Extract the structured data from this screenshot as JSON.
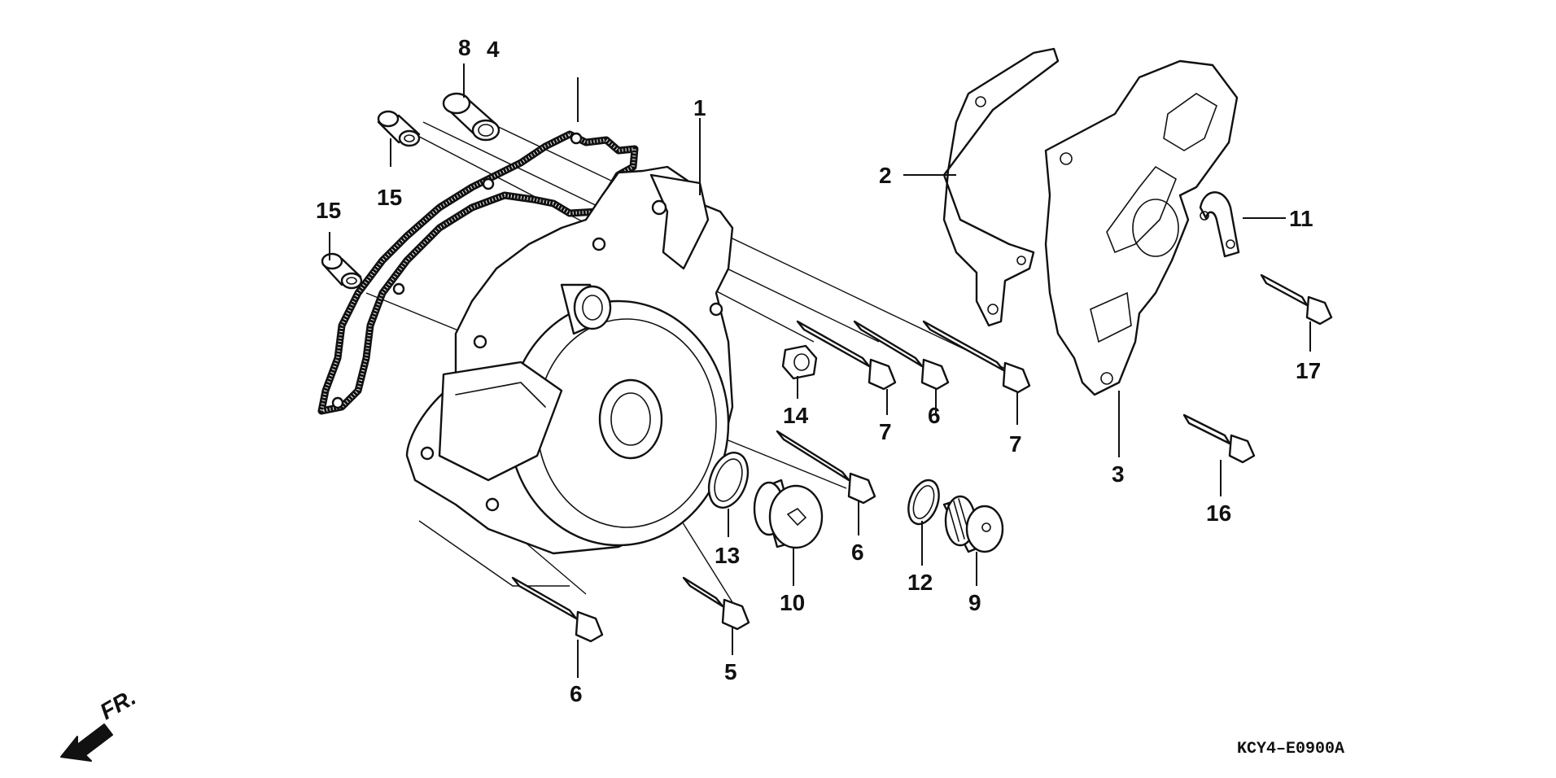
{
  "diagram_code": "KCY4–E0900A",
  "direction_label": "FR.",
  "callouts": [
    {
      "id": "c1",
      "text": "1"
    },
    {
      "id": "c2",
      "text": "2"
    },
    {
      "id": "c3",
      "text": "3"
    },
    {
      "id": "c4",
      "text": "4"
    },
    {
      "id": "c5",
      "text": "5"
    },
    {
      "id": "c6a",
      "text": "6"
    },
    {
      "id": "c6b",
      "text": "6"
    },
    {
      "id": "c6c",
      "text": "6"
    },
    {
      "id": "c7a",
      "text": "7"
    },
    {
      "id": "c7b",
      "text": "7"
    },
    {
      "id": "c8",
      "text": "8"
    },
    {
      "id": "c9",
      "text": "9"
    },
    {
      "id": "c10",
      "text": "10"
    },
    {
      "id": "c11",
      "text": "11"
    },
    {
      "id": "c12",
      "text": "12"
    },
    {
      "id": "c13",
      "text": "13"
    },
    {
      "id": "c14",
      "text": "14"
    },
    {
      "id": "c15a",
      "text": "15"
    },
    {
      "id": "c15b",
      "text": "15"
    },
    {
      "id": "c16",
      "text": "16"
    },
    {
      "id": "c17",
      "text": "17"
    }
  ]
}
